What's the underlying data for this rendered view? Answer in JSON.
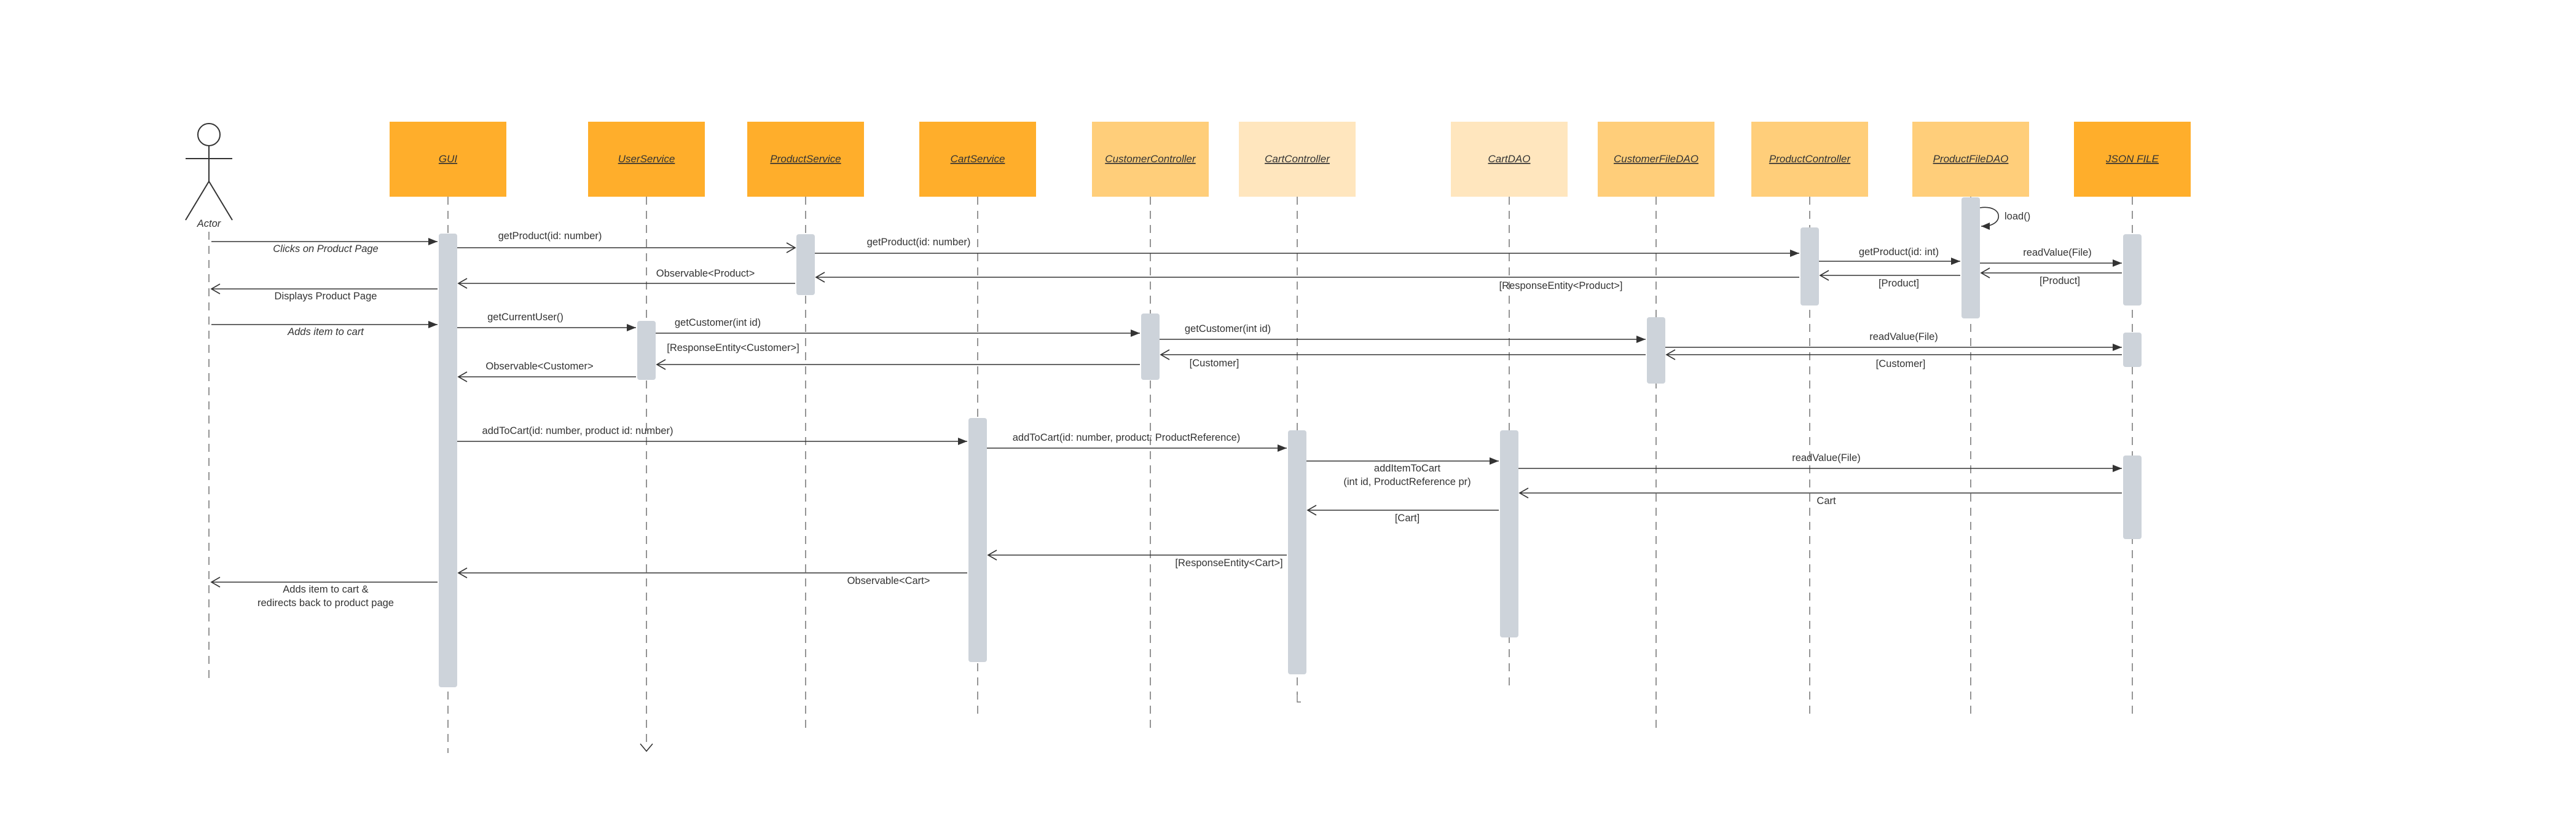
{
  "colors": {
    "participant_dark": "#FFAE2B",
    "participant_mid": "#FFCE7A",
    "participant_light": "#FFE6BE",
    "activation": "#CDD3DA",
    "line": "#333333",
    "lifeline": "#7A7A7A"
  },
  "actor": {
    "name": "Actor",
    "icon": "stick-figure-icon"
  },
  "participants": [
    {
      "id": "gui",
      "label": "GUI",
      "shade": "dark"
    },
    {
      "id": "user-service",
      "label": "UserService",
      "shade": "dark"
    },
    {
      "id": "product-service",
      "label": "ProductService",
      "shade": "dark"
    },
    {
      "id": "cart-service",
      "label": "CartService",
      "shade": "dark"
    },
    {
      "id": "customer-controller",
      "label": "CustomerController",
      "shade": "mid"
    },
    {
      "id": "cart-controller",
      "label": "CartController",
      "shade": "light"
    },
    {
      "id": "cart-dao",
      "label": "CartDAO",
      "shade": "light"
    },
    {
      "id": "customer-file-dao",
      "label": "CustomerFileDAO",
      "shade": "mid"
    },
    {
      "id": "product-controller",
      "label": "ProductController",
      "shade": "mid"
    },
    {
      "id": "product-file-dao",
      "label": "ProductFileDAO",
      "shade": "mid"
    },
    {
      "id": "json-file",
      "label": "JSON FILE",
      "shade": "dark"
    }
  ],
  "messages": [
    {
      "id": "m1",
      "from": "actor",
      "to": "gui",
      "kind": "sync",
      "label": "Clicks on Product Page",
      "italic": true
    },
    {
      "id": "m2",
      "from": "gui",
      "to": "product-service",
      "kind": "async",
      "label": "getProduct(id: number)"
    },
    {
      "id": "m3",
      "from": "product-service",
      "to": "product-controller",
      "kind": "sync",
      "label": "getProduct(id: number)"
    },
    {
      "id": "m4",
      "from": "product-controller",
      "to": "product-file-dao",
      "kind": "sync",
      "label": "getProduct(id: int)"
    },
    {
      "id": "m5",
      "from": "product-file-dao",
      "to": "product-file-dao",
      "kind": "self",
      "label": "load()"
    },
    {
      "id": "m6",
      "from": "product-file-dao",
      "to": "json-file",
      "kind": "sync",
      "label": "readValue(File)"
    },
    {
      "id": "m7",
      "from": "json-file",
      "to": "product-file-dao",
      "kind": "return",
      "label": "[Product]"
    },
    {
      "id": "m8",
      "from": "product-file-dao",
      "to": "product-controller",
      "kind": "return",
      "label": "[Product]"
    },
    {
      "id": "m9",
      "from": "product-controller",
      "to": "product-service",
      "kind": "return",
      "label": "[ResponseEntity<Product>]"
    },
    {
      "id": "m10",
      "from": "product-service",
      "to": "gui",
      "kind": "return",
      "label": "Observable<Product>"
    },
    {
      "id": "m11",
      "from": "gui",
      "to": "actor",
      "kind": "return",
      "label": "Displays Product Page"
    },
    {
      "id": "m12",
      "from": "actor",
      "to": "gui",
      "kind": "sync",
      "label": "Adds item to cart",
      "italic": true
    },
    {
      "id": "m13",
      "from": "gui",
      "to": "user-service",
      "kind": "sync",
      "label": "getCurrentUser()"
    },
    {
      "id": "m14",
      "from": "user-service",
      "to": "customer-controller",
      "kind": "sync",
      "label": "getCustomer(int id)"
    },
    {
      "id": "m15",
      "from": "customer-controller",
      "to": "customer-file-dao",
      "kind": "sync",
      "label": "getCustomer(int id)"
    },
    {
      "id": "m16",
      "from": "customer-file-dao",
      "to": "json-file",
      "kind": "sync",
      "label": "readValue(File)"
    },
    {
      "id": "m17",
      "from": "json-file",
      "to": "customer-file-dao",
      "kind": "return",
      "label": "[Customer]"
    },
    {
      "id": "m18",
      "from": "customer-file-dao",
      "to": "customer-controller",
      "kind": "return",
      "label": "[Customer]"
    },
    {
      "id": "m19",
      "from": "customer-controller",
      "to": "user-service",
      "kind": "return",
      "label": "[ResponseEntity<Customer>]"
    },
    {
      "id": "m20",
      "from": "user-service",
      "to": "gui",
      "kind": "return",
      "label": "Observable<Customer>"
    },
    {
      "id": "m21",
      "from": "gui",
      "to": "cart-service",
      "kind": "sync",
      "label": "addToCart(id: number, product id: number)"
    },
    {
      "id": "m22",
      "from": "cart-service",
      "to": "cart-controller",
      "kind": "sync",
      "label": "addToCart(id: number, product: ProductReference)"
    },
    {
      "id": "m23",
      "from": "cart-controller",
      "to": "cart-dao",
      "kind": "sync",
      "label": "addItemToCart",
      "label2": "(int id, ProductReference pr)"
    },
    {
      "id": "m24",
      "from": "cart-dao",
      "to": "json-file",
      "kind": "sync",
      "label": "readValue(File)"
    },
    {
      "id": "m25",
      "from": "json-file",
      "to": "cart-dao",
      "kind": "return",
      "label": "Cart"
    },
    {
      "id": "m26",
      "from": "cart-dao",
      "to": "cart-controller",
      "kind": "return",
      "label": "[Cart]"
    },
    {
      "id": "m27",
      "from": "cart-controller",
      "to": "cart-service",
      "kind": "return",
      "label": "[ResponseEntity<Cart>]"
    },
    {
      "id": "m28",
      "from": "cart-service",
      "to": "gui",
      "kind": "return",
      "label": "Observable<Cart>"
    },
    {
      "id": "m29",
      "from": "gui",
      "to": "actor",
      "kind": "return",
      "label": "Adds item to cart &",
      "label2": "redirects back to product page"
    }
  ]
}
